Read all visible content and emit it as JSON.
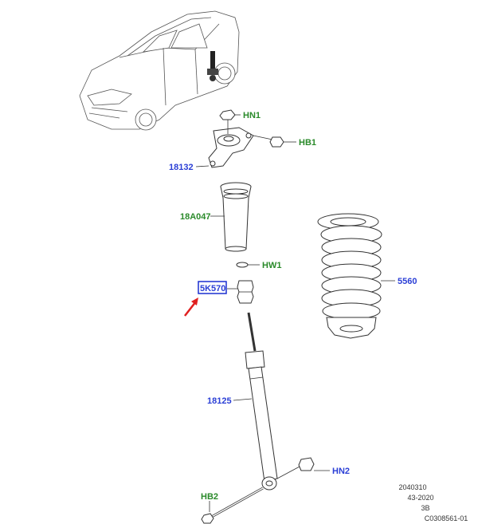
{
  "colors": {
    "blue_label": "#2b3fd6",
    "green_label": "#2a8a2a",
    "highlight_box": "#1a2fd0",
    "arrow": "#e02020",
    "line": "#333333"
  },
  "labels": {
    "hn1": "HN1",
    "hb1": "HB1",
    "p18132": "18132",
    "p18a047": "18A047",
    "hw1": "HW1",
    "p5k570": "5K570",
    "p5560": "5560",
    "p18125": "18125",
    "hn2": "HN2",
    "hb2": "HB2"
  },
  "reference": {
    "line1": "2040310",
    "line2": "43-2020",
    "line3": "3B",
    "line4": "C0308561-01"
  }
}
